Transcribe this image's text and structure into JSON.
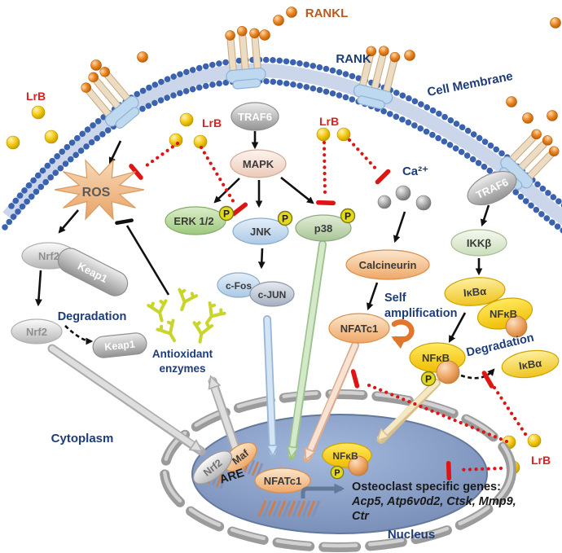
{
  "extracellular": {
    "rankl_label": "RANKL",
    "rank_label": "RANK",
    "membrane_label": "Cell Membrane",
    "lrb_label": "LrB",
    "ca_label": "Ca²⁺"
  },
  "nodes": {
    "traf6": "TRAF6",
    "mapk": "MAPK",
    "erk": "ERK 1/2",
    "jnk": "JNK",
    "p38": "p38",
    "phospho": "P",
    "ros": "ROS",
    "nrf2": "Nrf2",
    "keap1": "Keap1",
    "cfos": "c-Fos",
    "cjun": "c-JUN",
    "calcineurin": "Calcineurin",
    "nfatc1": "NFATc1",
    "ikkb": "IKKβ",
    "ikba": "IκBα",
    "nfkb": "NFκB",
    "maf": "Maf",
    "are": "ARE"
  },
  "annotations": {
    "degradation": "Degradation",
    "antioxidant_line1": "Antioxidant",
    "antioxidant_line2": "enzymes",
    "self_line1": "Self",
    "self_line2": "amplification",
    "cytoplasm": "Cytoplasm",
    "nucleus": "Nucleus",
    "genes_line1": "Osteoclast specific genes:",
    "genes_line2": "Acp5, Atp6v0d2, Ctsk, Mmp9,",
    "genes_line3": "Ctr"
  },
  "colors": {
    "membrane_bead": "#3a62ae",
    "rankl_dot": "#e8821e",
    "lrb_dot": "#f2c70c",
    "inhibition_red": "#e01414",
    "label_navy": "#1e3c78",
    "lrb_text_red": "#e02020",
    "rankl_text": "#b75a1e",
    "nucleus_fill": "#8ea7cf",
    "nuclear_envelope": "#9b9b9b"
  }
}
